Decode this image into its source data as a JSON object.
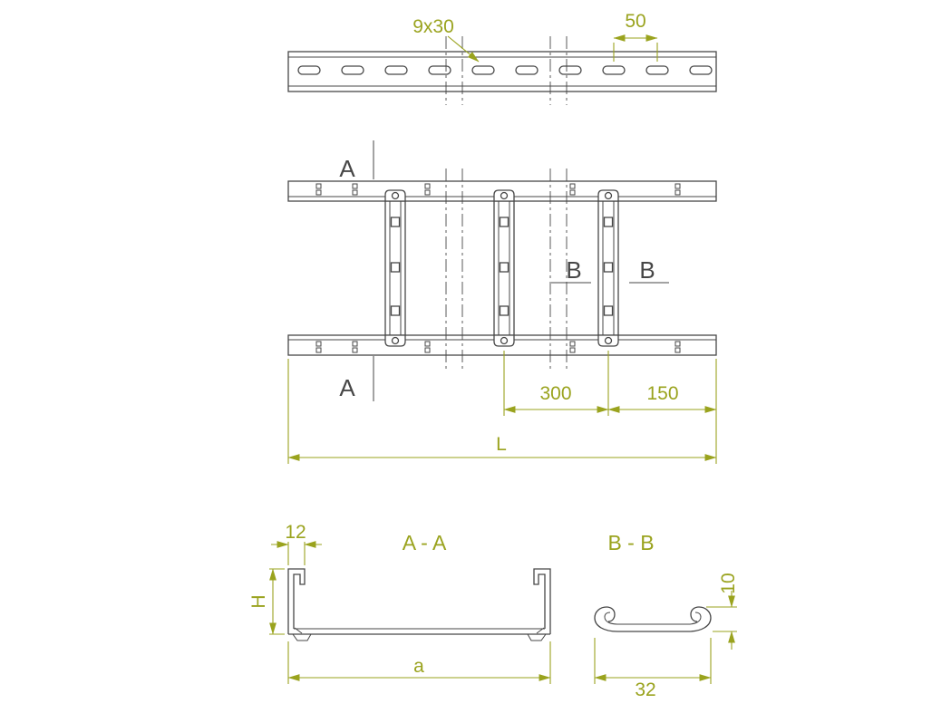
{
  "colors": {
    "geometry": "#474747",
    "dimension": "#9aa31e"
  },
  "top_view": {
    "slot_dim": "9x30",
    "pitch_dim": "50"
  },
  "plan_view": {
    "section_a_top": "A",
    "section_a_bottom": "A",
    "section_b_left": "B",
    "section_b_right": "B",
    "dim_rung_spacing": "300",
    "dim_end_offset": "150",
    "dim_length": "L"
  },
  "section_aa": {
    "title": "A - A",
    "dim_flange_width": "12",
    "dim_height": "H",
    "dim_width": "a"
  },
  "section_bb": {
    "title": "B - B",
    "dim_height": "10",
    "dim_width": "32"
  }
}
